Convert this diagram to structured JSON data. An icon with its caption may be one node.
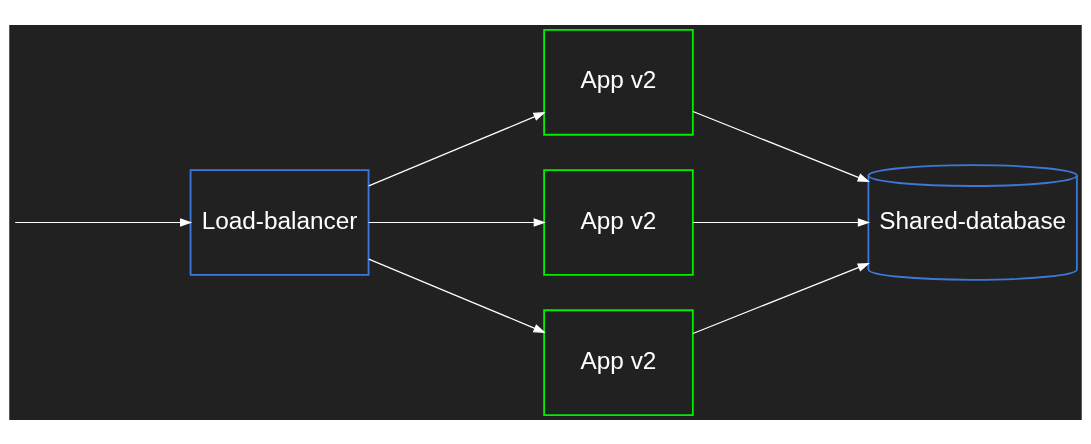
{
  "diagram": {
    "nodes": [
      {
        "text": [
          "Load-balancer"
        ]
      },
      {
        "text": [
          "App v2"
        ]
      },
      {
        "text": [
          "App v2"
        ]
      },
      {
        "text": [
          "App v2"
        ]
      },
      {
        "text": [
          "Shared-database"
        ]
      }
    ],
    "edges": [
      {
        "from": null,
        "to": 0,
        "arrow": "to"
      },
      {
        "from": 0,
        "to": 1,
        "arrow": "to"
      },
      {
        "from": 0,
        "to": 2,
        "arrow": "to"
      },
      {
        "from": 0,
        "to": 3,
        "arrow": "to"
      },
      {
        "from": 1,
        "to": 4,
        "arrow": "to"
      },
      {
        "from": 2,
        "to": 4,
        "arrow": "to"
      },
      {
        "from": 3,
        "to": 4,
        "arrow": "to"
      }
    ]
  }
}
